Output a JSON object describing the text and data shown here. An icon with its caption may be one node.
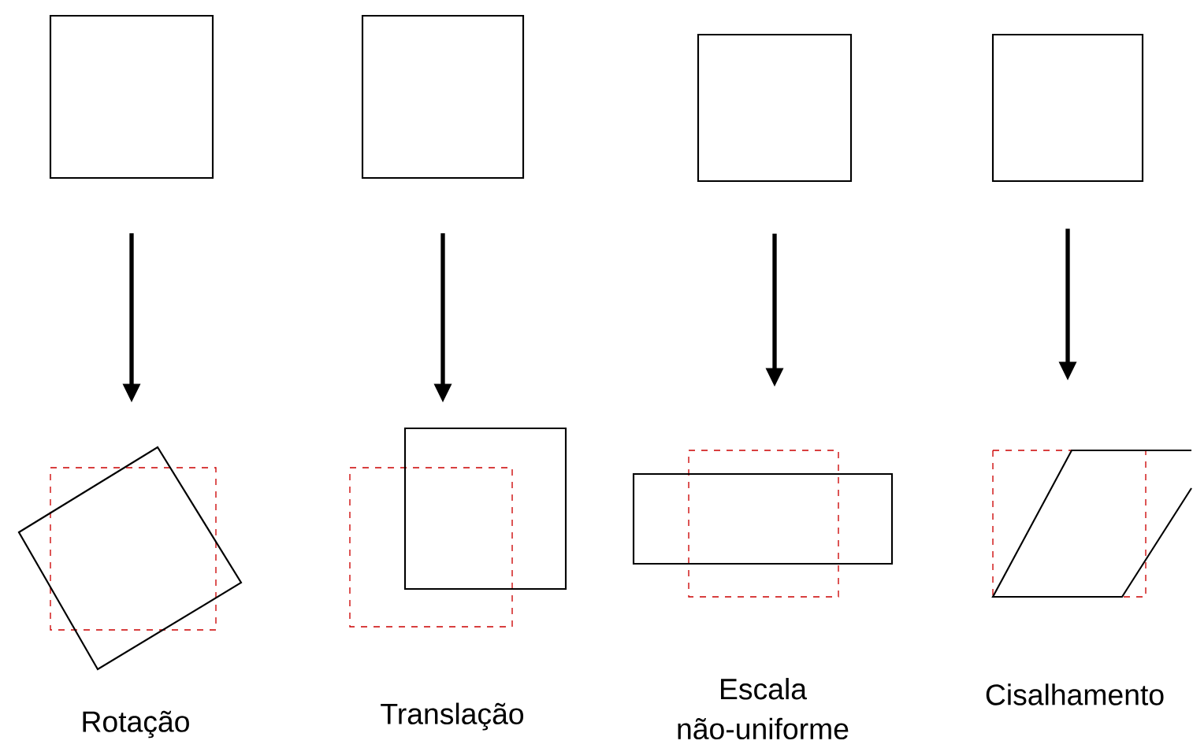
{
  "diagram": {
    "nodes": [
      {
        "text": [],
        "shape": "box"
      },
      {
        "text": [],
        "shape": "box"
      },
      {
        "text": [],
        "shape": "box"
      },
      {
        "text": [],
        "shape": "box"
      },
      {
        "text": [],
        "shape": "box",
        "beside": [
          "Rotação"
        ]
      },
      {
        "text": [],
        "shape": "box",
        "beside": [
          "Translação"
        ]
      },
      {
        "text": [],
        "shape": "box",
        "beside": [
          "Escala não-uniforme"
        ]
      },
      {
        "text": [],
        "shape": "parallelogram",
        "beside": [
          "Cisalhamento"
        ]
      }
    ],
    "edges": [
      {
        "from": 0,
        "to": 4,
        "arrow": "to"
      },
      {
        "from": 1,
        "to": 5,
        "arrow": "to"
      },
      {
        "from": 2,
        "to": 6,
        "arrow": "to"
      },
      {
        "from": 3,
        "to": 7,
        "arrow": "to"
      }
    ]
  }
}
